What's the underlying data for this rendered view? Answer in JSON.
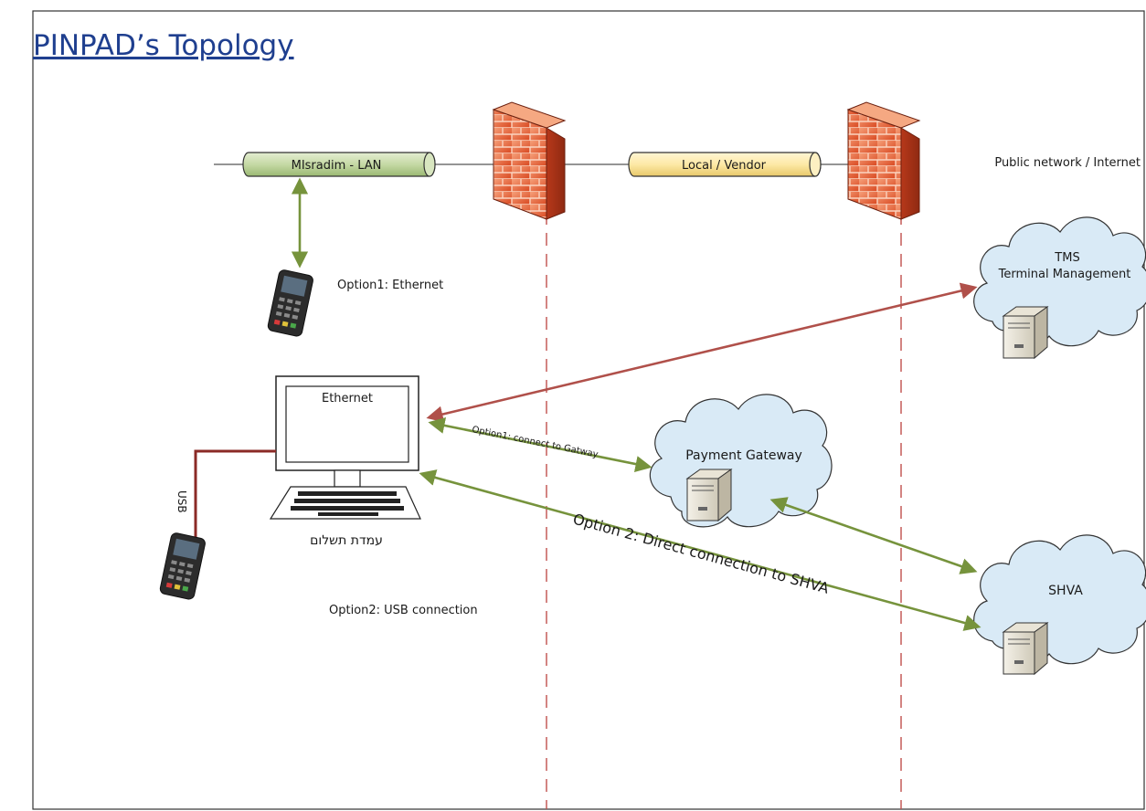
{
  "title": "PINPAD’s Topology",
  "zones": {
    "public_label": "Public network / Internet"
  },
  "pipes": {
    "lan": "MIsradim - LAN",
    "vendor": "Local /  Vendor"
  },
  "devices": {
    "pinpad_option1_label": "Option1: Ethernet",
    "pos_screen_label": "Ethernet",
    "pos_caption": "עמדת תשלום",
    "usb_cable_label": "USB",
    "pinpad_option2_label": "Option2: USB connection"
  },
  "clouds": {
    "tms_line1": "TMS",
    "tms_line2": "Terminal Management",
    "gateway": "Payment Gateway",
    "shva": "SHVA"
  },
  "connections": {
    "option1_gateway": "Option1: connect to Gatway",
    "option2_direct": "Option 2: Direct connection to SHVA"
  },
  "colors": {
    "green_arrow": "#76933c",
    "red_arrow": "#b0504a",
    "usb_cable": "#8b2a26",
    "lan_pipe": "#c5d9a5",
    "vendor_pipe": "#fde9a6",
    "cloud_fill": "#d9eaf6",
    "firewall": "#e8552a",
    "boundary": "#c0504d",
    "title": "#1f3f8f"
  }
}
